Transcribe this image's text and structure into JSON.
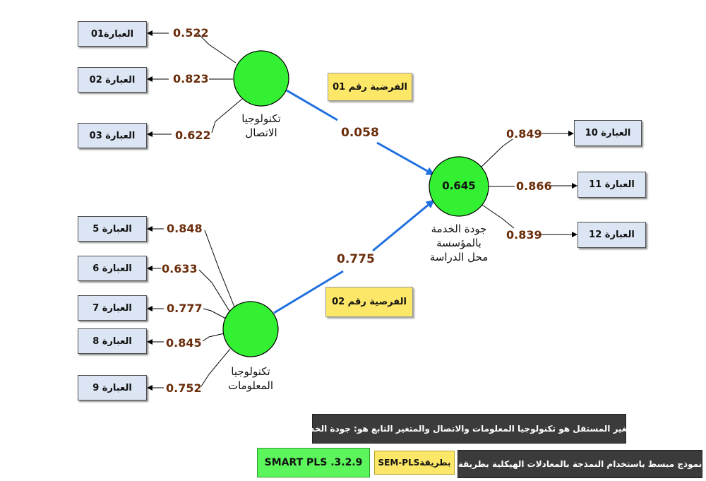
{
  "indicators": {
    "i01": "العبارة01",
    "i02": "العبارة 02",
    "i03": "العبارة 03",
    "i5": "العبارة 5",
    "i6": "العبارة 6",
    "i7": "العبارة 7",
    "i8": "العبارة 8",
    "i9": "العبارة 9",
    "i10": "العبارة 10",
    "i11": "العبارة 11",
    "i12": "العبارة 12"
  },
  "loadings": {
    "l01": "0.522",
    "l02": "0.823",
    "l03": "0.622",
    "l5": "0.848",
    "l6": "0.633",
    "l7": "0.777",
    "l8": "0.845",
    "l9": "0.752",
    "l10": "0.849",
    "l11": "0.866",
    "l12": "0.839"
  },
  "constructs": {
    "comm": {
      "line1": "تكنولوجيا",
      "line2": "الاتصال"
    },
    "info": {
      "line1": "تكنولوجيا",
      "line2": "المعلومات"
    },
    "service": {
      "line1": "جودة الخدمة",
      "line2": "بالمؤسسة",
      "line3": "محل الدراسة",
      "r2": "0.645"
    }
  },
  "paths": {
    "comm_to_service": "0.058",
    "info_to_service": "0.775"
  },
  "hypotheses": {
    "h1": "الفرضية رقم 01",
    "h2": "الفرصية رقم 02"
  },
  "footer": {
    "variables_note": ".المتغير المستقل هو تكنولوجيا المعلومات والاتصال والمتغير التابع هو: جودة الخدمة",
    "software": "SMART PLS .3.2.9",
    "method": "SEM-PLSبطريقة",
    "model_note": "نموذج مبسط  باستخدام النمذجة بالمعادلات الهيكلية بطريقة"
  },
  "colors": {
    "construct_fill": "#33f033",
    "indicator_fill": "#dbe5f3",
    "hypothesis_fill": "#fde769",
    "structural_path": "#1f6fe0",
    "loading_text": "#6a2d0b"
  }
}
